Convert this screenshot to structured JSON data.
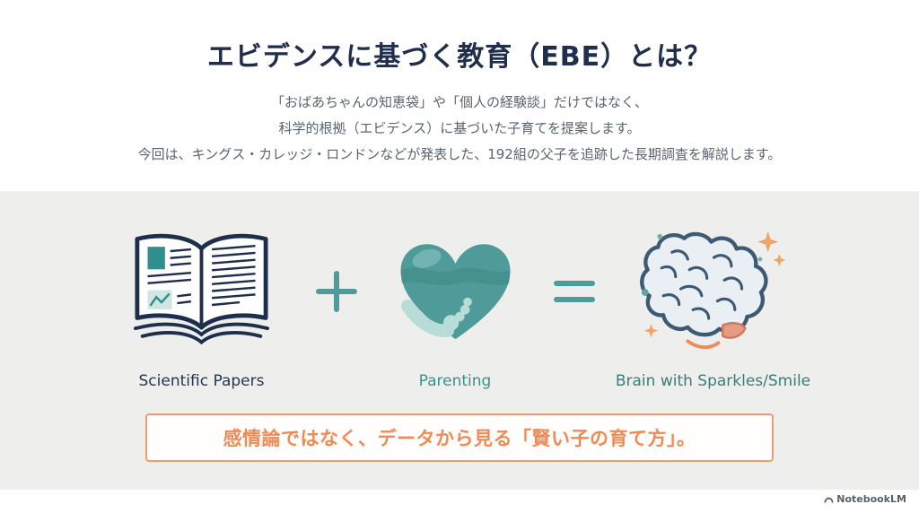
{
  "slide": {
    "title": "エビデンスに基づく教育（EBE）とは？",
    "intro_lines": [
      "「おばあちゃんの知恵袋」や「個人の経験談」だけではなく、",
      "科学的根拠（エビデンス）に基づいた子育てを提案します。",
      "今回は、キングス・カレッジ・ロンドンなどが発表した、192組の父子を追跡した長期調査を解説します。"
    ]
  },
  "equation": {
    "book": {
      "icon": "open-book-icon",
      "label": "Scientific Papers"
    },
    "plus": {
      "icon": "plus-icon",
      "symbol": "+"
    },
    "heart": {
      "icon": "heart-hand-icon",
      "label": "Parenting"
    },
    "equals": {
      "icon": "equals-icon",
      "symbol": "="
    },
    "brain": {
      "icon": "brain-sparkles-icon",
      "label": "Brain with Sparkles/Smile"
    }
  },
  "callout": {
    "text": "感情論ではなく、データから見る「賢い子の育て方」。"
  },
  "footer": {
    "watermark": "NotebookLM"
  },
  "colors": {
    "teal": "#4f9a9a",
    "navy": "#1f2e4d",
    "orange_accent": "#f08a55",
    "orange_border": "#f09a6e",
    "band_background": "#eeefec",
    "text_gray": "#5b6370"
  }
}
